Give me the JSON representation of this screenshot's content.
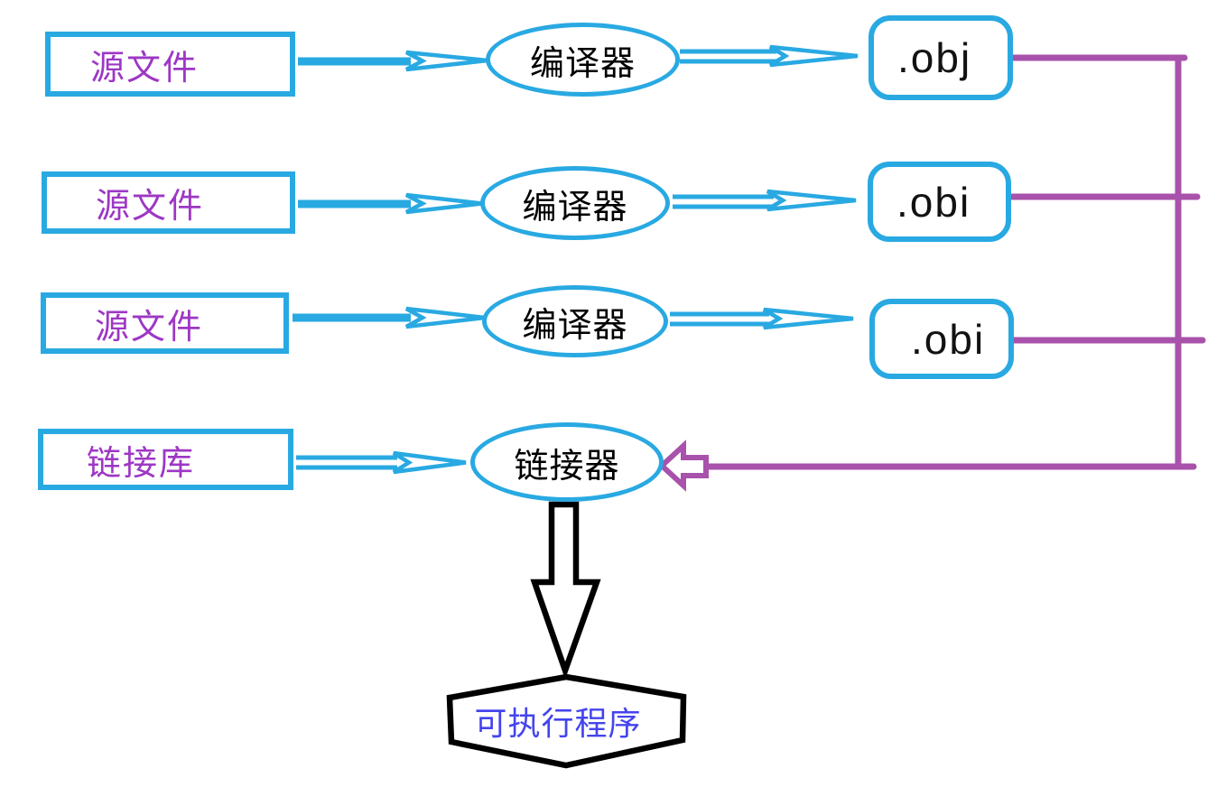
{
  "diagram": {
    "type": "flow-diagram",
    "description": "Build process: source files are compiled into object files, which together with a link library are linked into an executable program",
    "colors": {
      "node_border_blue": "#29A9E2",
      "connector_purple": "#A852AC",
      "source_label_purple": "#9D37C4",
      "node_label_black": "#000000",
      "executable_label_blue": "#4444EE",
      "outline_black": "#000000"
    },
    "nodes": {
      "source1": {
        "label": "源文件",
        "shape": "rectangle"
      },
      "source2": {
        "label": "源文件",
        "shape": "rectangle"
      },
      "source3": {
        "label": "源文件",
        "shape": "rectangle"
      },
      "compiler1": {
        "label": "编译器",
        "shape": "ellipse"
      },
      "compiler2": {
        "label": "编译器",
        "shape": "ellipse"
      },
      "compiler3": {
        "label": "编译器",
        "shape": "ellipse"
      },
      "obj1": {
        "label": ".obj",
        "shape": "rounded-rectangle"
      },
      "obj2": {
        "label": ".obi",
        "shape": "rounded-rectangle"
      },
      "obj3": {
        "label": ".obi",
        "shape": "rounded-rectangle"
      },
      "library": {
        "label": "链接库",
        "shape": "rectangle"
      },
      "linker": {
        "label": "链接器",
        "shape": "ellipse"
      },
      "executable": {
        "label": "可执行程序",
        "shape": "hexagon"
      }
    },
    "edges": [
      {
        "from": "source1",
        "to": "compiler1",
        "style": "blue-arrow"
      },
      {
        "from": "compiler1",
        "to": "obj1",
        "style": "blue-arrow"
      },
      {
        "from": "source2",
        "to": "compiler2",
        "style": "blue-arrow"
      },
      {
        "from": "compiler2",
        "to": "obj2",
        "style": "blue-arrow"
      },
      {
        "from": "source3",
        "to": "compiler3",
        "style": "blue-arrow"
      },
      {
        "from": "compiler3",
        "to": "obj3",
        "style": "blue-arrow"
      },
      {
        "from": "obj1",
        "to": "linker",
        "style": "purple-line"
      },
      {
        "from": "obj2",
        "to": "linker",
        "style": "purple-line"
      },
      {
        "from": "obj3",
        "to": "linker",
        "style": "purple-line"
      },
      {
        "from": "library",
        "to": "linker",
        "style": "blue-arrow"
      },
      {
        "from": "linker",
        "to": "executable",
        "style": "black-block-arrow"
      }
    ]
  }
}
